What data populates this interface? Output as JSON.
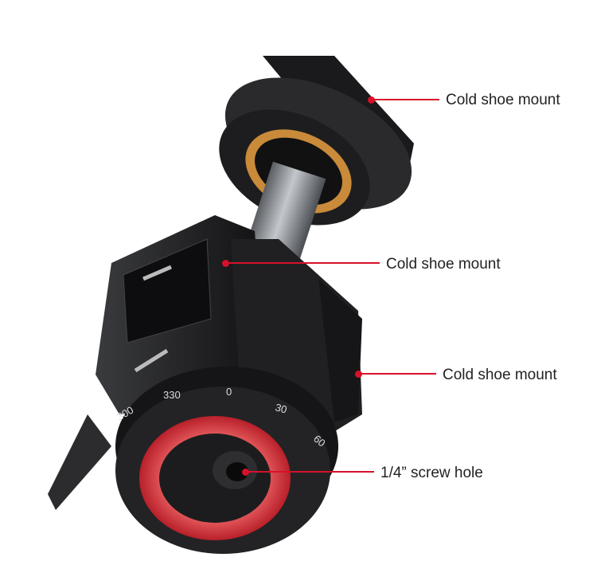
{
  "product": {
    "callouts": [
      {
        "label": "Cold shoe mount"
      },
      {
        "label": "Cold shoe mount"
      },
      {
        "label": "Cold shoe mount"
      },
      {
        "label": "1/4” screw hole"
      }
    ],
    "dial_marks": [
      "300",
      "330",
      "0",
      "30",
      "60"
    ],
    "colors": {
      "accent": "#d8102a",
      "body": "#1b1b1d",
      "ring": "#e0404a",
      "rod": "#8a8f96"
    }
  }
}
